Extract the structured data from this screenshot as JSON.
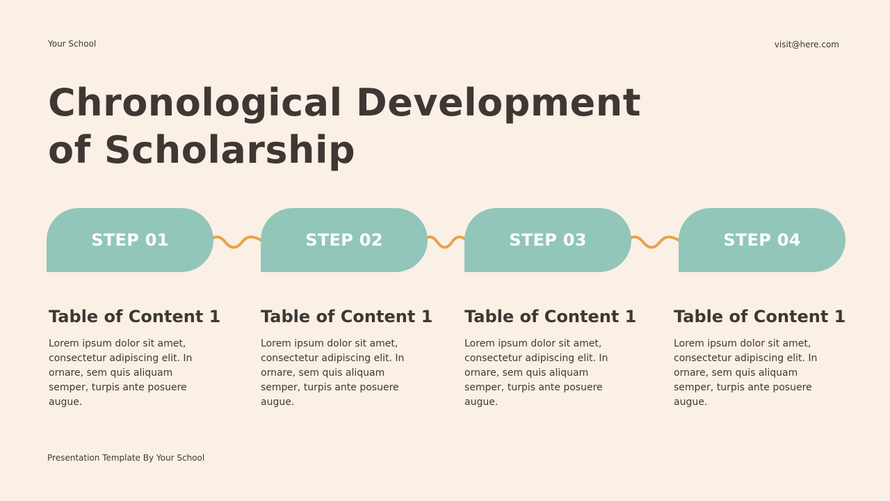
{
  "header": {
    "school": "Your School",
    "email": "visit@here.com"
  },
  "title": {
    "line1": "Chronological Development",
    "line2": "of Scholarship"
  },
  "steps": [
    {
      "label": "STEP 01",
      "heading": "Table of Content 1",
      "body": "Lorem ipsum dolor sit amet, consectetur adipiscing elit. In ornare, sem quis aliquam semper, turpis ante posuere augue."
    },
    {
      "label": "STEP 02",
      "heading": "Table of Content 1",
      "body": "Lorem ipsum dolor sit amet, consectetur adipiscing elit. In ornare, sem quis aliquam semper, turpis ante posuere augue."
    },
    {
      "label": "STEP 03",
      "heading": "Table of Content 1",
      "body": "Lorem ipsum dolor sit amet, consectetur adipiscing elit. In ornare, sem quis aliquam semper, turpis ante posuere augue."
    },
    {
      "label": "STEP 04",
      "heading": "Table of Content 1",
      "body": "Lorem ipsum dolor sit amet, consectetur adipiscing elit. In ornare, sem quis aliquam semper, turpis ante posuere augue."
    }
  ],
  "footer": {
    "text": "Presentation Template By Your School"
  },
  "colors": {
    "background": "#faf0e6",
    "pill": "#92c6ba",
    "connector": "#e8a24a",
    "text": "#3d3833"
  }
}
